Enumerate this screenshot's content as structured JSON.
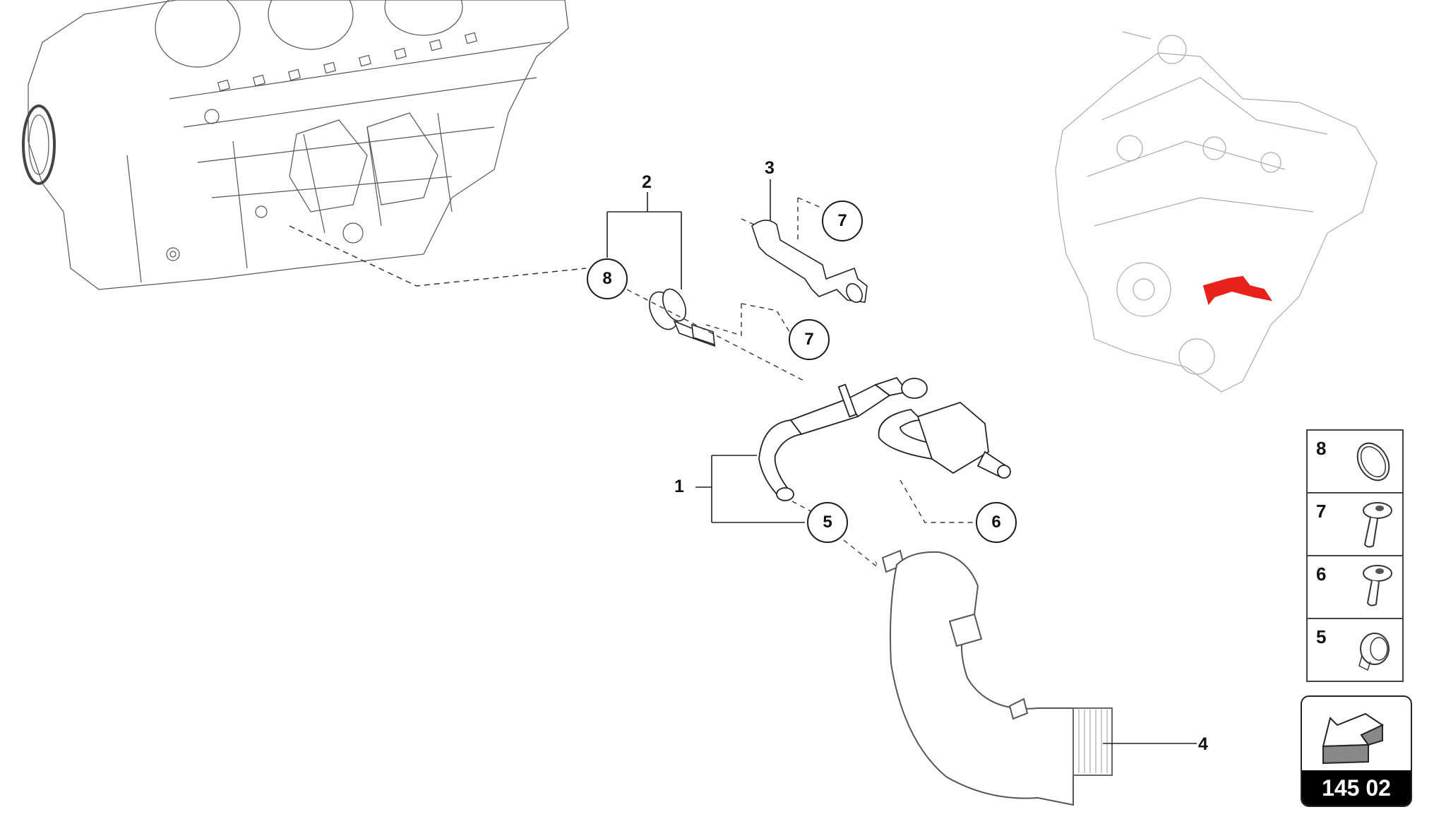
{
  "diagram": {
    "type": "exploded parts diagram",
    "section_code": "145 02",
    "highlight_color": "#e8221a",
    "line_color": "#1a1a1a",
    "drawing_gray": "#9a9a9a"
  },
  "part_labels": [
    {
      "id": "1",
      "text": "1"
    },
    {
      "id": "2",
      "text": "2"
    },
    {
      "id": "3",
      "text": "3"
    },
    {
      "id": "4",
      "text": "4"
    }
  ],
  "callouts": [
    {
      "id": "8",
      "text": "8"
    },
    {
      "id": "7a",
      "text": "7"
    },
    {
      "id": "7b",
      "text": "7"
    },
    {
      "id": "5",
      "text": "5"
    },
    {
      "id": "6",
      "text": "6"
    }
  ],
  "legend": {
    "items": [
      {
        "num": "8",
        "icon": "seal-ring-icon"
      },
      {
        "num": "7",
        "icon": "torx-bolt-icon"
      },
      {
        "num": "6",
        "icon": "torx-bolt-short-icon"
      },
      {
        "num": "5",
        "icon": "hose-clamp-icon"
      }
    ]
  },
  "badge": {
    "code": "145 02",
    "icon": "navigation-arrow-icon"
  },
  "thumbnail": {
    "description": "engine overview with highlighted component",
    "highlight_color": "#e8221a"
  }
}
